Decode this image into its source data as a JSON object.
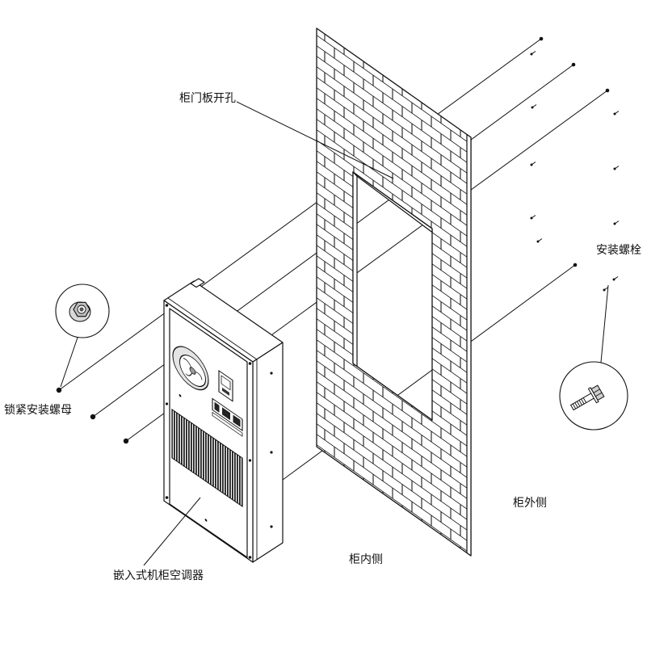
{
  "labels": {
    "door_cutout": "柜门板开孔",
    "mounting_bolt": "安装螺栓",
    "locking_nut": "锁紧安装螺母",
    "cabinet_outside": "柜外侧",
    "cabinet_inside": "柜内侧",
    "ac_unit": "嵌入式机柜空调器"
  }
}
